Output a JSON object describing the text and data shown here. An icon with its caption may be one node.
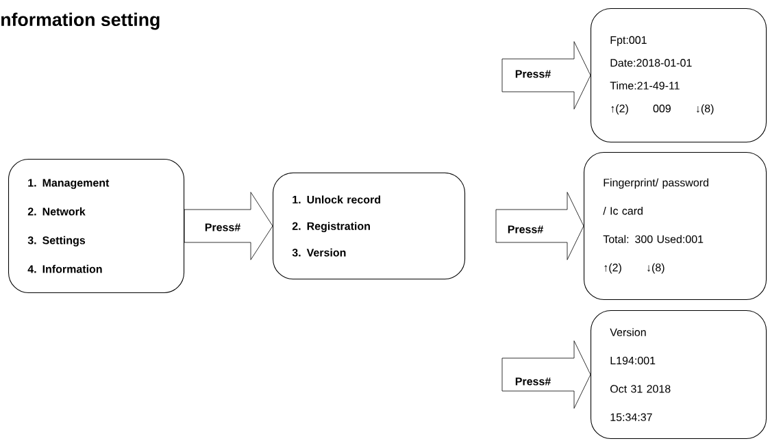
{
  "diagram": {
    "title": "nformation setting",
    "nodes": [
      {
        "text": [
          "1. Management",
          "2. Network",
          "3. Settings",
          "4. Information"
        ]
      },
      {
        "text": [
          "1. Unlock record",
          "2. Registration",
          "3. Version"
        ]
      },
      {
        "text": [
          "Fpt:001",
          "Date:2018-01-01",
          "Time:21-49-11",
          "↑(2) 009 ↓(8)"
        ]
      },
      {
        "text": [
          "Fingerprint/ password / Ic card",
          "Total: 300 Used:001",
          "↑(2) ↓(8)"
        ]
      },
      {
        "text": [
          "Version",
          "L194:001",
          "Oct 31 2018",
          "15:34:37"
        ]
      }
    ],
    "edges": [
      {
        "from": 0,
        "to": 1,
        "arrow": "to",
        "label": "Press#"
      },
      {
        "from": null,
        "to": 2,
        "arrow": "to",
        "label": "Press#"
      },
      {
        "from": null,
        "to": 3,
        "arrow": "to",
        "label": "Press#"
      },
      {
        "from": null,
        "to": 4,
        "arrow": "to",
        "label": "Press#"
      }
    ]
  }
}
